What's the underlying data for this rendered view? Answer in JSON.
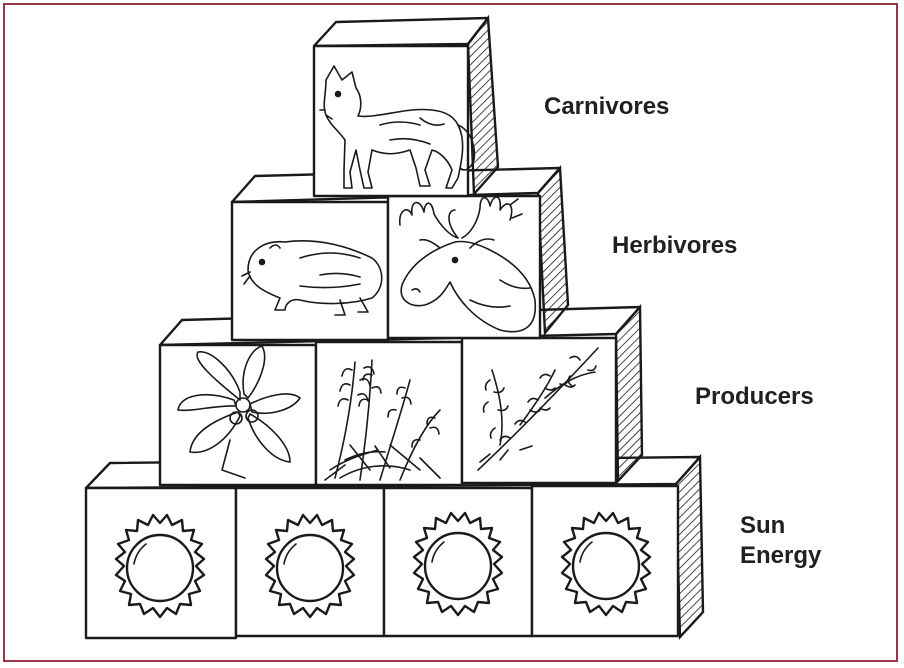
{
  "figure": {
    "border_color": "#9b3648",
    "levels": [
      {
        "id": "carnivores",
        "label": "Carnivores",
        "blocks": [
          {
            "icon": "wolf-icon"
          }
        ]
      },
      {
        "id": "herbivores",
        "label": "Herbivores",
        "blocks": [
          {
            "icon": "vole-icon"
          },
          {
            "icon": "moose-icon"
          }
        ]
      },
      {
        "id": "producers",
        "label": "Producers",
        "blocks": [
          {
            "icon": "flower-icon"
          },
          {
            "icon": "grass-icon"
          },
          {
            "icon": "shrub-icon"
          }
        ]
      },
      {
        "id": "sun",
        "label_line1": "Sun",
        "label_line2": "Energy",
        "blocks": [
          {
            "icon": "sun-icon"
          },
          {
            "icon": "sun-icon"
          },
          {
            "icon": "sun-icon"
          },
          {
            "icon": "sun-icon"
          }
        ]
      }
    ]
  }
}
